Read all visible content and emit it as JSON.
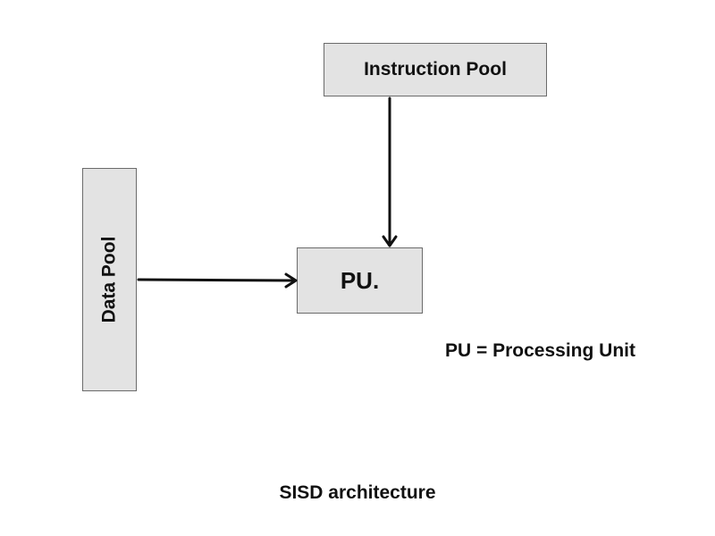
{
  "colors": {
    "box_fill": "#e3e3e3",
    "box_border": "#6b6b6b",
    "arrow": "#111111",
    "text": "#111111"
  },
  "nodes": {
    "instruction_pool": "Instruction Pool",
    "data_pool": "Data Pool",
    "processing_unit": "PU."
  },
  "edges": [
    {
      "from": "instruction_pool",
      "to": "processing_unit"
    },
    {
      "from": "data_pool",
      "to": "processing_unit"
    }
  ],
  "legend": "PU = Processing Unit",
  "caption": "SISD architecture"
}
